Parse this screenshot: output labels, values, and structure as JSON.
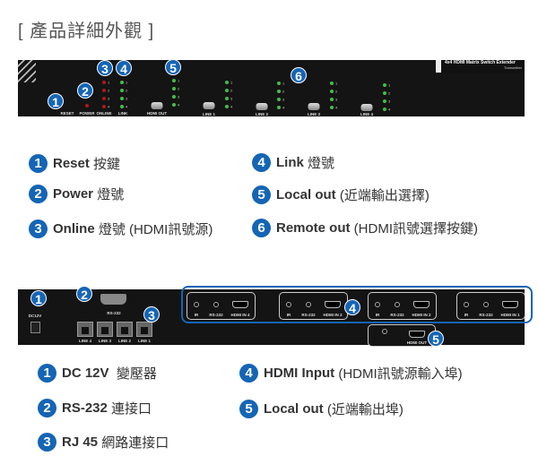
{
  "title": "[ 產品詳細外觀 ]",
  "front": {
    "model": "4x4 HDMI Matrix Switch Extender",
    "brand": "Transmitter",
    "labels": {
      "reset": "RESET",
      "power": "POWER",
      "online": "ONLINE",
      "link": "LINK",
      "hdmi_out": "HDMI OUT",
      "line1": "LINE 1",
      "line2": "LINE 2",
      "line3": "LINE 3",
      "line4": "LINE 4"
    },
    "led_numbers": [
      "1",
      "2",
      "3",
      "4"
    ],
    "badges": [
      "1",
      "2",
      "3",
      "4",
      "5",
      "6"
    ],
    "legend": [
      {
        "num": "1",
        "label": "Reset",
        "desc": "按鍵"
      },
      {
        "num": "2",
        "label": "Power",
        "desc": "燈號"
      },
      {
        "num": "3",
        "label": "Online",
        "desc": "燈號 (HDMI訊號源)"
      },
      {
        "num": "4",
        "label": "Link",
        "desc": "燈號"
      },
      {
        "num": "5",
        "label": "Local out",
        "desc": "(近端輸出選擇)"
      },
      {
        "num": "6",
        "label": "Remote out",
        "desc": "(HDMI訊號選擇按鍵)"
      }
    ]
  },
  "rear": {
    "labels": {
      "dc": "DC12V",
      "rs232": "RS-232",
      "line4": "LINE 4",
      "line3": "LINE 3",
      "line2": "LINE 2",
      "line1": "LINE 1",
      "ir": "IR",
      "rs232s": "RS-232",
      "hdmi_in4": "HDMI IN 4",
      "hdmi_in3": "HDMI IN 3",
      "hdmi_in2": "HDMI IN 2",
      "hdmi_in1": "HDMI IN 1",
      "hdmi_out": "HDMI OUT"
    },
    "badges": [
      "1",
      "2",
      "3",
      "4",
      "5"
    ],
    "legend": [
      {
        "num": "1",
        "label": "DC 12V",
        "desc": "變壓器"
      },
      {
        "num": "2",
        "label": "RS-232",
        "desc": "連接口"
      },
      {
        "num": "3",
        "label": "RJ 45",
        "desc": "網路連接口"
      },
      {
        "num": "4",
        "label": "HDMI Input",
        "desc": "(HDMI訊號源輸入埠)"
      },
      {
        "num": "5",
        "label": "Local out",
        "desc": "(近端輸出埠)"
      }
    ]
  }
}
